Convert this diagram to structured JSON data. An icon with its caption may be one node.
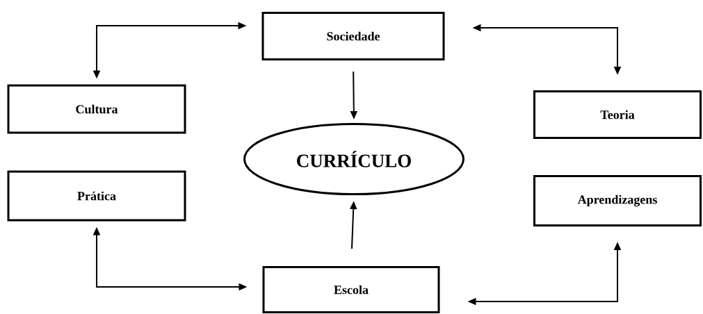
{
  "diagram": {
    "nodes": [
      {
        "text": [
          "Sociedade"
        ]
      },
      {
        "text": [
          "Cultura"
        ]
      },
      {
        "text": [
          "Teoria"
        ]
      },
      {
        "text": [
          "CURRÍCULO"
        ]
      },
      {
        "text": [
          "Prática"
        ]
      },
      {
        "text": [
          "Aprendizagens"
        ]
      },
      {
        "text": [
          "Escola"
        ]
      }
    ],
    "edges": [
      {
        "from": 1,
        "to": 0,
        "arrow": "both"
      },
      {
        "from": 0,
        "to": 2,
        "arrow": "both"
      },
      {
        "from": 0,
        "to": 3,
        "arrow": "to"
      },
      {
        "from": 6,
        "to": 3,
        "arrow": "to"
      },
      {
        "from": 4,
        "to": 6,
        "arrow": "both"
      },
      {
        "from": 6,
        "to": 5,
        "arrow": "both"
      }
    ]
  }
}
